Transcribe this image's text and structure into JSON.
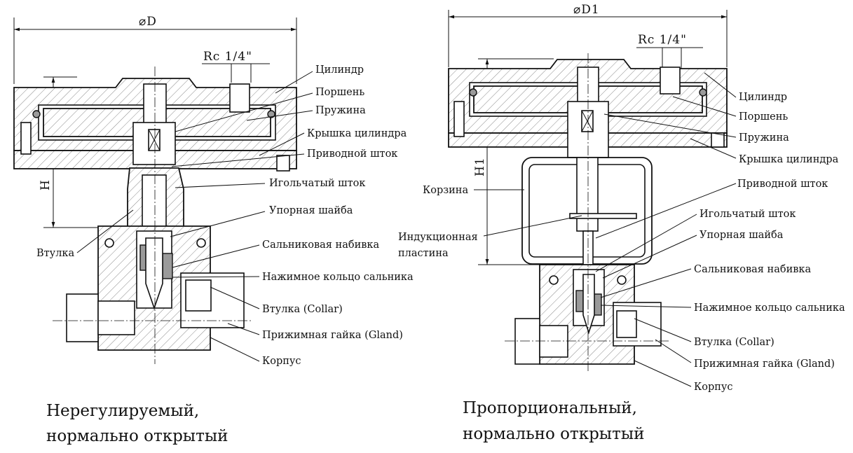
{
  "diagrams": [
    {
      "id": "left",
      "dimension_main": "⌀D",
      "dimension_height": "H",
      "thread": "Rc 1/4\"",
      "caption_lines": [
        "Нерегулируемый,",
        "нормально открытый"
      ],
      "labels": [
        "Цилиндр",
        "Поршень",
        "Пружина",
        "Крышка цилиндра",
        "Приводной шток",
        "Игольчатый шток",
        "Упорная шайба",
        "Сальниковая набивка",
        "Нажимное кольцо сальника",
        "Втулка (Collar)",
        "Прижимная гайка (Gland)",
        "Корпус",
        "Втулка"
      ]
    },
    {
      "id": "right",
      "dimension_main": "⌀D1",
      "dimension_height": "H1",
      "thread": "Rc 1/4\"",
      "caption_lines": [
        "Пропорциональный,",
        "нормально открытый"
      ],
      "labels": [
        "Цилиндр",
        "Поршень",
        "Пружина",
        "Крышка цилиндра",
        "Приводной шток",
        "Игольчатый шток",
        "Упорная шайба",
        "Сальниковая набивка",
        "Нажимное кольцо сальника",
        "Втулка (Collar)",
        "Прижимная гайка (Gland)",
        "Корпус",
        "Корзина",
        "Индукционная",
        "пластина"
      ]
    }
  ]
}
